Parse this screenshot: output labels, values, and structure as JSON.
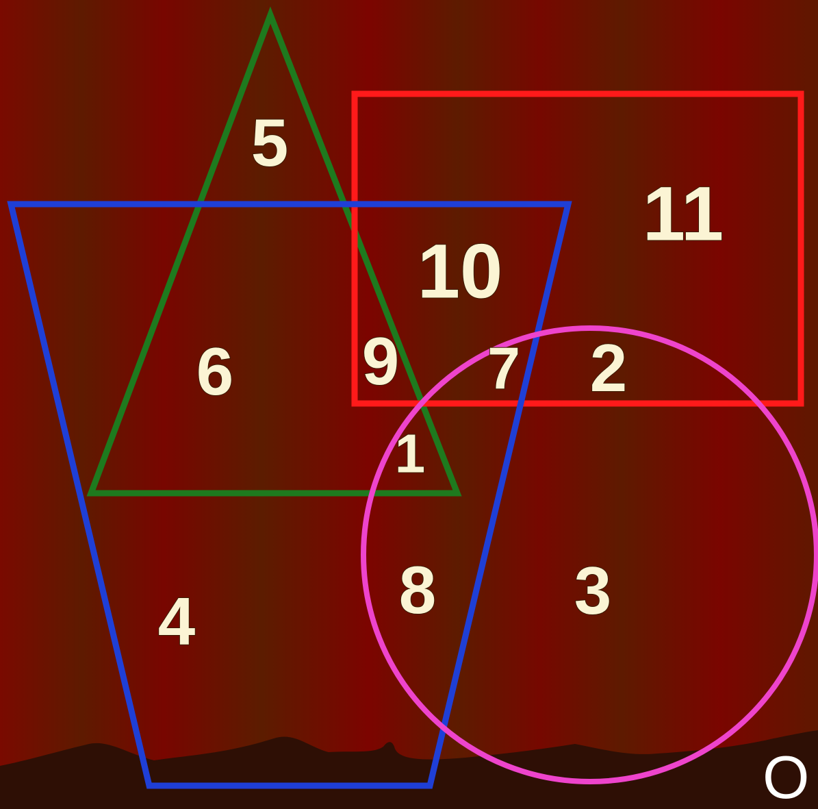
{
  "diagram": {
    "shapes": [
      {
        "id": "triangle",
        "shape": "triangle",
        "color": "#1e7a1e"
      },
      {
        "id": "rectangle",
        "shape": "rectangle",
        "color": "#ff1a1a"
      },
      {
        "id": "trapezoid",
        "shape": "trapezoid",
        "color": "#1f3fd6"
      },
      {
        "id": "circle",
        "shape": "circle",
        "color": "#ee44cc"
      }
    ],
    "labels": {
      "r1": "1",
      "r2": "2",
      "r3": "3",
      "r4": "4",
      "r5": "5",
      "r6": "6",
      "r7": "7",
      "r8": "8",
      "r9": "9",
      "r10": "10",
      "r11": "11"
    },
    "number_color": "#fbf4d4",
    "corner_text": "O"
  }
}
